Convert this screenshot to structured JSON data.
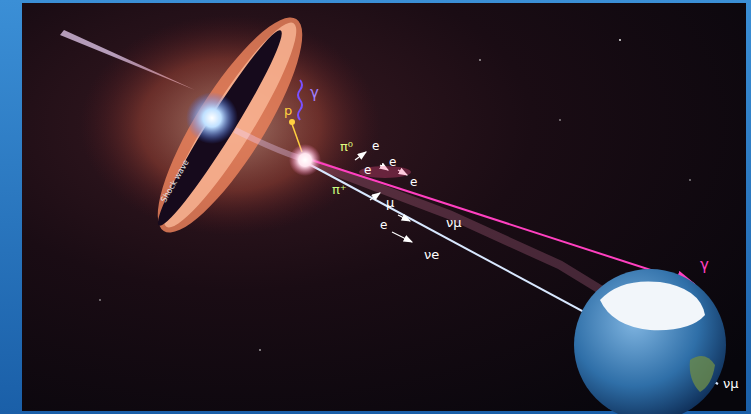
{
  "diagram": {
    "labels": [
      "γ",
      "p",
      "π⁰",
      "e",
      "e",
      "e",
      "e",
      "π⁺",
      "μ",
      "e",
      "νμ",
      "νe",
      "γ",
      "νμ",
      "Shock wave"
    ]
  }
}
